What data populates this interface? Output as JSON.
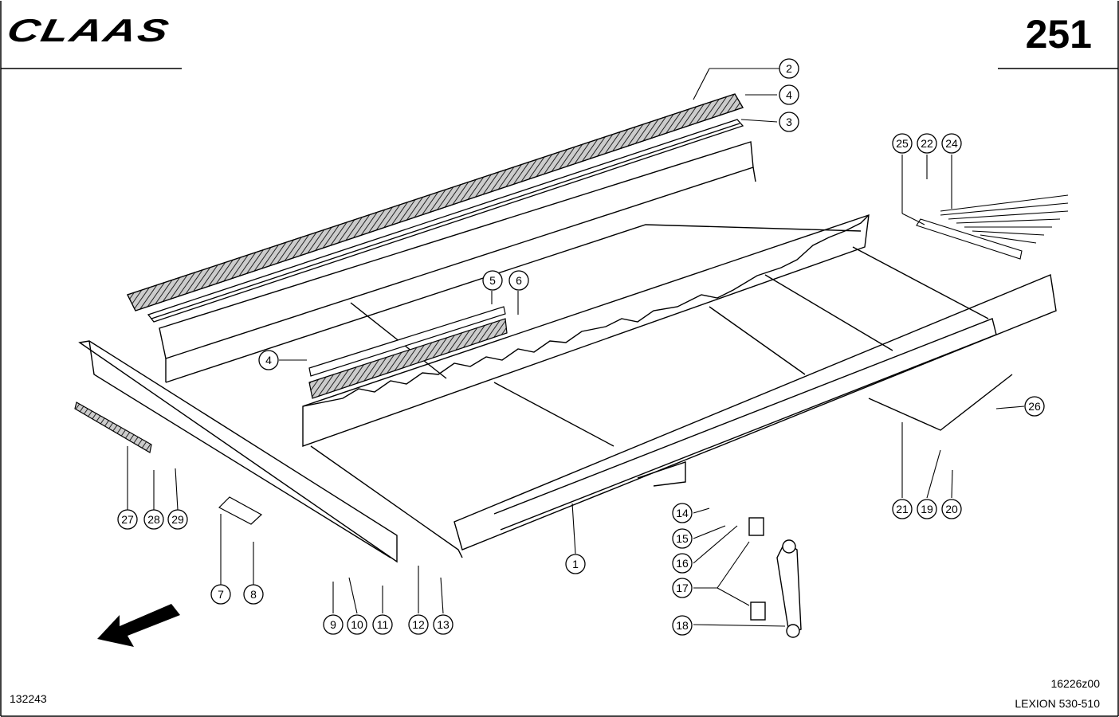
{
  "header": {
    "brand": "CLAAS",
    "page_number": "251"
  },
  "footer": {
    "drawing_number": "132243",
    "figure_code": "16226z00",
    "model": "LEXION 530-510"
  },
  "callouts": [
    "1",
    "2",
    "3",
    "4",
    "4",
    "5",
    "6",
    "7",
    "8",
    "9",
    "10",
    "11",
    "12",
    "13",
    "14",
    "15",
    "16",
    "17",
    "18",
    "19",
    "20",
    "21",
    "22",
    "23",
    "24",
    "25",
    "26",
    "27",
    "28",
    "29"
  ]
}
